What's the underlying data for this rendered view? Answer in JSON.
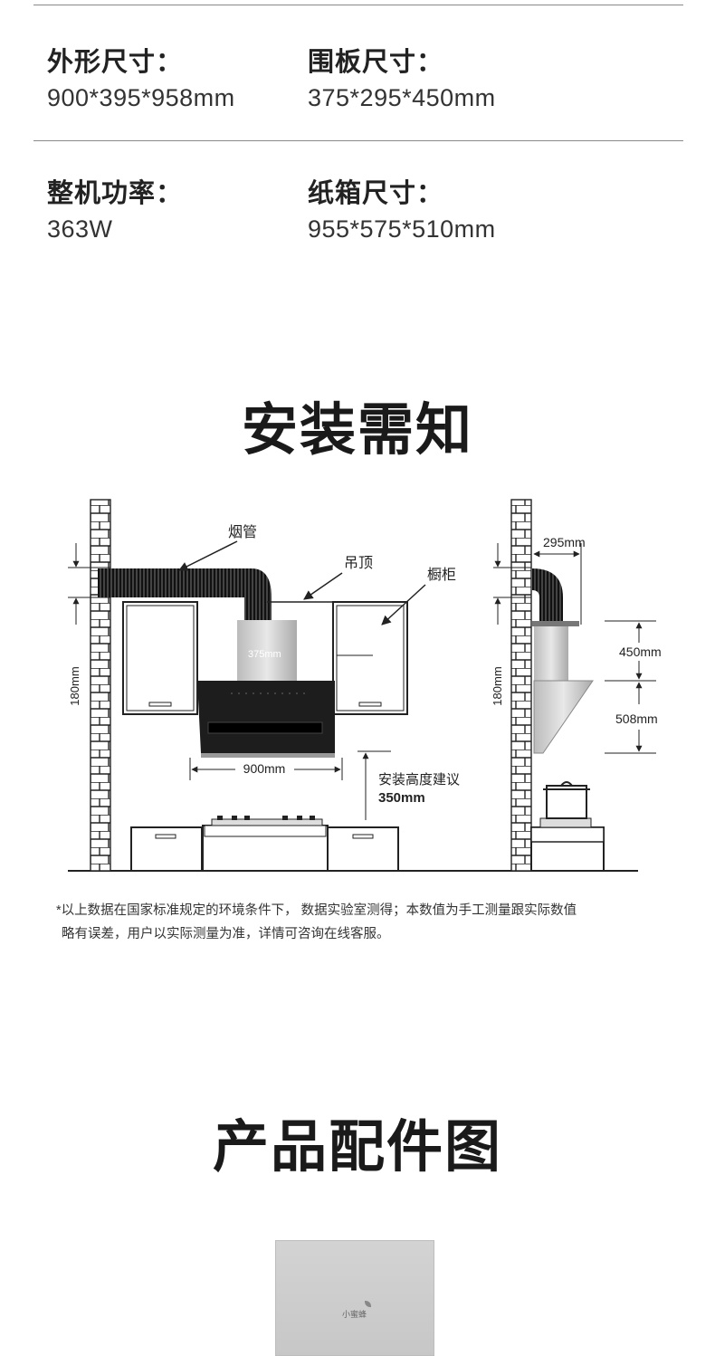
{
  "specs": {
    "outer_size_label": "外形尺寸：",
    "outer_size_value": "900*395*958mm",
    "panel_size_label": "围板尺寸：",
    "panel_size_value": "375*295*450mm",
    "power_label": "整机功率：",
    "power_value": "363W",
    "carton_size_label": "纸箱尺寸：",
    "carton_size_value": "955*575*510mm"
  },
  "install": {
    "title": "安装需知",
    "labels": {
      "duct": "烟管",
      "ceiling": "吊顶",
      "cabinet": "橱柜",
      "front_height": "180mm",
      "side_height": "180mm",
      "panel_width": "375mm",
      "hood_width": "900mm",
      "height_suggest": "安装高度建议",
      "height_value": "350mm",
      "side_depth": "295mm",
      "side_panel_height": "450mm",
      "side_hood_height": "508mm"
    },
    "note_line1": "*以上数据在国家标准规定的环境条件下， 数据实验室测得；本数值为手工测量跟实际数值",
    "note_line2": "略有误差，用户以实际测量为准，详情可咨询在线客服。"
  },
  "accessories": {
    "title": "产品配件图",
    "box_logo": "小蜜蜂"
  }
}
